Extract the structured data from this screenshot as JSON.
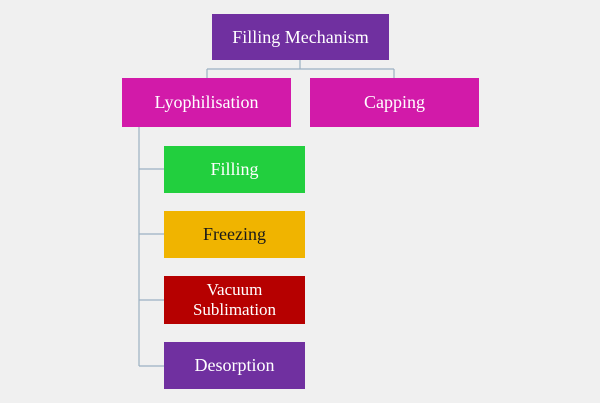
{
  "colors": {
    "background": "#f0f0f0",
    "connector": "#9bb0c2",
    "root": "#7030a0",
    "level1": "#d21aa9",
    "filling": "#22cf3e",
    "freezing": "#f0b400",
    "vacuum_sublimation": "#b60000",
    "desorption": "#7030a0"
  },
  "root": {
    "label": "Filling Mechanism"
  },
  "children": [
    {
      "label": "Lyophilisation",
      "children": [
        {
          "label": "Filling"
        },
        {
          "label": "Freezing"
        },
        {
          "label_line1": "Vacuum",
          "label_line2": "Sublimation"
        },
        {
          "label": "Desorption"
        }
      ]
    },
    {
      "label": "Capping"
    }
  ]
}
